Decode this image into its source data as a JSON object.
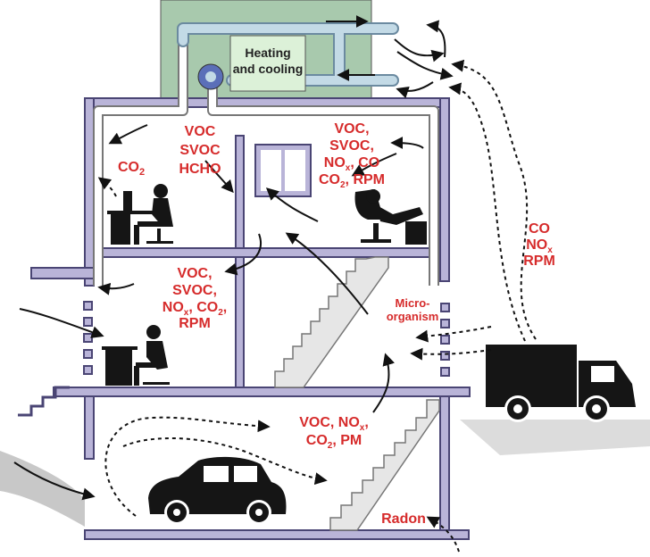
{
  "hvac": {
    "line1": "Heating",
    "line2": "and cooling",
    "colors": {
      "housing": "#a8c9ad",
      "label_box": "#dcf1d8",
      "duct": "#c3dae6"
    }
  },
  "labels": {
    "attic_office": [
      "VOC",
      "SVOC",
      "HCHO"
    ],
    "co2_left": {
      "main": "CO",
      "sub": "2"
    },
    "bedroom": {
      "l1": "VOC,",
      "l2": "SVOC,",
      "l3a": "NO",
      "l3sub": "x",
      "l3b": ", CO",
      "l4a": "CO",
      "l4sub": "2",
      "l4b": ", RPM"
    },
    "ground": {
      "l1": "VOC,",
      "l2": "SVOC,",
      "l3a": "NO",
      "l3sub": "x",
      "l3b": ", CO",
      "l3sub2": "2",
      "l3c": ",",
      "l4": "RPM"
    },
    "micro": {
      "l1": "Micro-",
      "l2": "organism"
    },
    "outdoor": {
      "l1": "CO",
      "l2a": "NO",
      "l2sub": "x",
      "l3": "RPM"
    },
    "garage": {
      "l1a": "VOC, NO",
      "l1sub": "x",
      "l1b": ",",
      "l2a": "CO",
      "l2sub": "2",
      "l2b": ", PM"
    },
    "radon": "Radon"
  },
  "colors": {
    "accent_red": "#d62b2b",
    "wall": "#b9b4d8",
    "wall_stroke": "#4a4574",
    "silhouette": "#151515",
    "stair": "#e6e6e6"
  }
}
